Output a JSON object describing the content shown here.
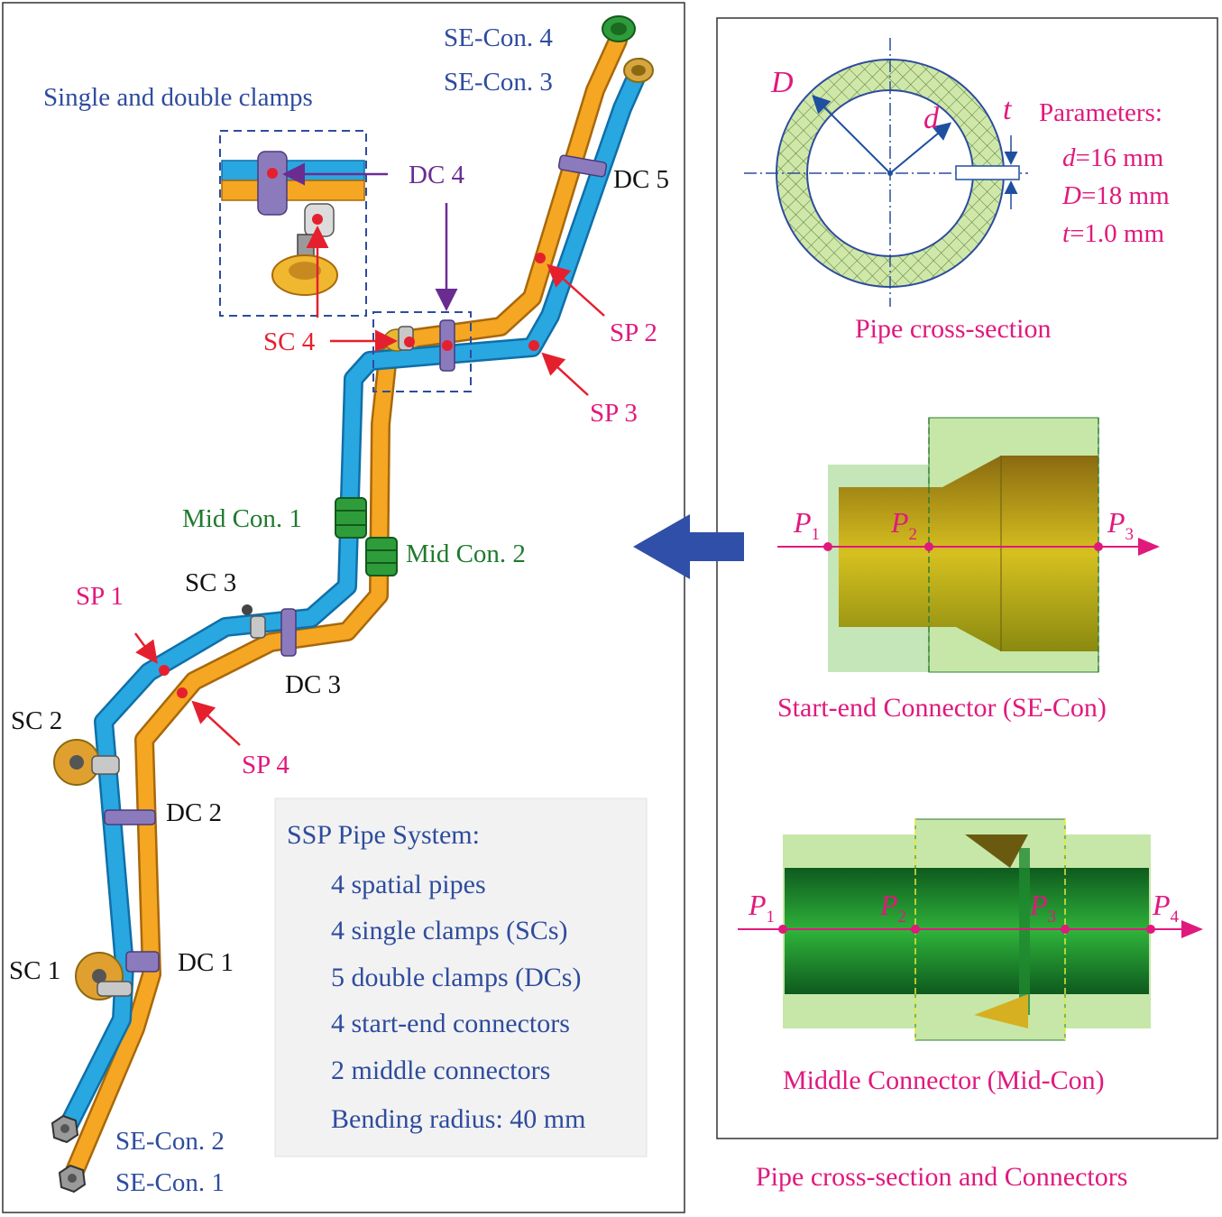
{
  "colors": {
    "blue_pipe": "#29a7e1",
    "orange_pipe": "#f5a623",
    "clamp_purple": "#8b7bbd",
    "label_blue": "#2e4c9e",
    "label_pink": "#e0197d",
    "label_green": "#1f7a2e",
    "label_purple": "#6a2c91",
    "arrow_red": "#e5202e",
    "cross_section_fill": "#cfe8a9"
  },
  "left_panel": {
    "se_con_4": "SE-Con. 4",
    "se_con_3": "SE-Con. 3",
    "se_con_2": "SE-Con. 2",
    "se_con_1": "SE-Con. 1",
    "clamps_title": "Single and double clamps",
    "dc4": "DC 4",
    "dc5": "DC 5",
    "dc3": "DC 3",
    "dc2": "DC 2",
    "dc1": "DC 1",
    "sc4": "SC 4",
    "sc3": "SC 3",
    "sc2": "SC 2",
    "sc1": "SC 1",
    "sp1": "SP 1",
    "sp2": "SP 2",
    "sp3": "SP 3",
    "sp4": "SP 4",
    "mid_con_1": "Mid Con. 1",
    "mid_con_2": "Mid Con. 2",
    "info_box": {
      "title": "SSP Pipe System:",
      "items": [
        "4 spatial pipes",
        "4 single clamps (SCs)",
        "5 double clamps (DCs)",
        "4 start-end connectors",
        "2 middle connectors",
        "Bending radius: 40 mm"
      ]
    }
  },
  "right_panel": {
    "D_label": "D",
    "d_label": "d",
    "t_label": "t",
    "params_title": "Parameters:",
    "param_d_sym": "d",
    "param_d_val": "=16 mm",
    "param_D_sym": "D",
    "param_D_val": "=18 mm",
    "param_t_sym": "t",
    "param_t_val": "=1.0 mm",
    "cross_section_caption": "Pipe cross-section",
    "se_con_caption": "Start-end Connector (SE-Con)",
    "mid_con_caption": "Middle Connector (Mid-Con)",
    "p1": "P",
    "p2": "P",
    "p3": "P",
    "p4": "P",
    "sub1": "1",
    "sub2": "2",
    "sub3": "3",
    "sub4": "4",
    "panel_caption": "Pipe cross-section and Connectors"
  }
}
